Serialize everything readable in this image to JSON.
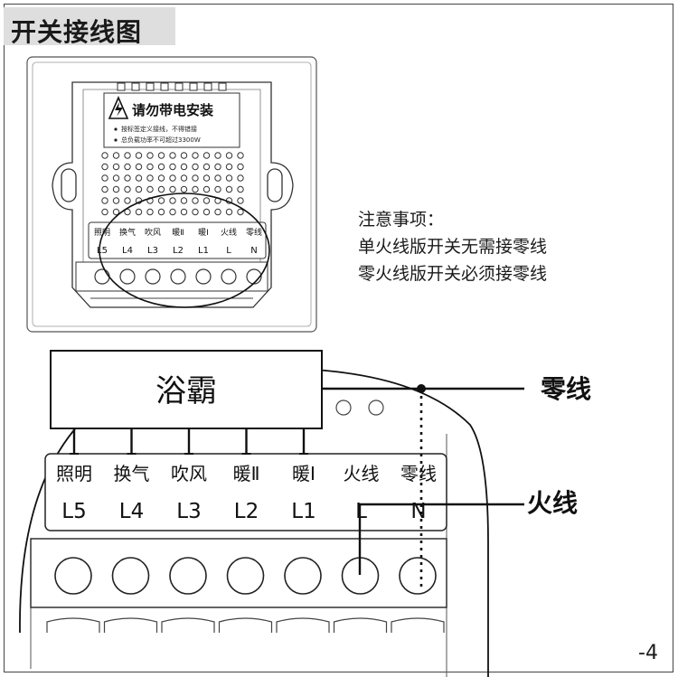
{
  "title": "开关接线图",
  "warning_label": {
    "heading": "请勿带电安装",
    "lines": [
      "按标签定义接线，不得错接",
      "总负载功率不可超过3300W"
    ]
  },
  "notes": {
    "heading": "注意事项：",
    "lines": [
      "单火线版开关无需接零线",
      "零火线版开关必须接零线"
    ]
  },
  "device_label": "浴霸",
  "neutral_label": "零线",
  "live_label": "火线",
  "terminals": [
    {
      "name": "照明",
      "code": "L5"
    },
    {
      "name": "换气",
      "code": "L4"
    },
    {
      "name": "吹风",
      "code": "L3"
    },
    {
      "name": "暖Ⅱ",
      "code": "L2"
    },
    {
      "name": "暖Ⅰ",
      "code": "L1"
    },
    {
      "name": "火线",
      "code": "L"
    },
    {
      "name": "零线",
      "code": "N"
    }
  ],
  "page_number": "-4"
}
